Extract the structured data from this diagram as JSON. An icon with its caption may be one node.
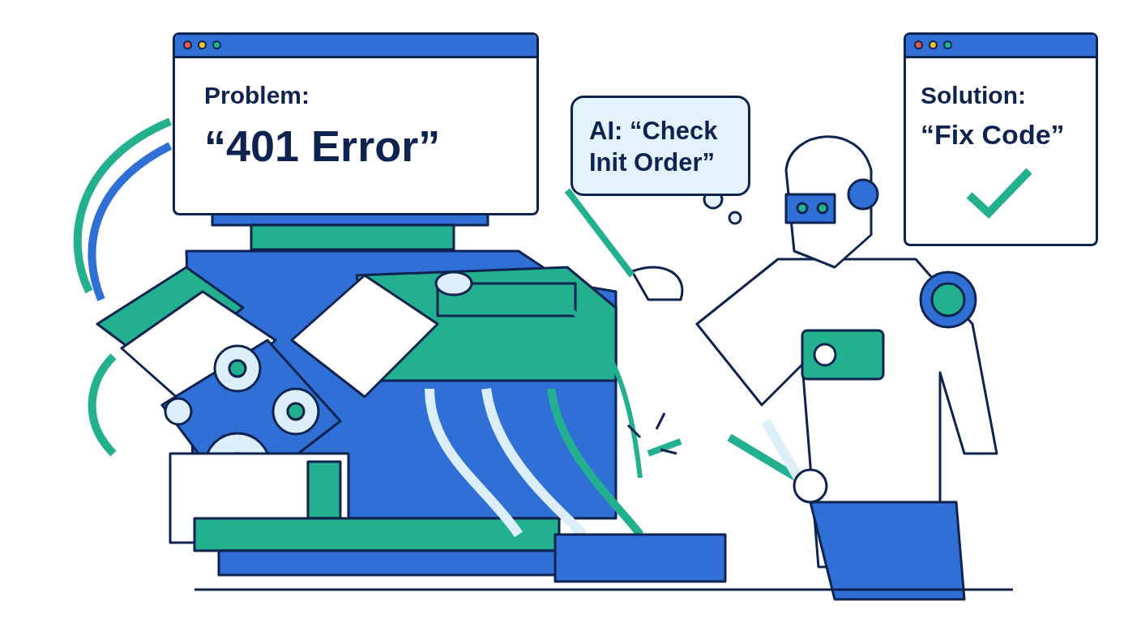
{
  "diagram": {
    "nodes": [
      {
        "text": [
          "Problem:",
          "“401 Error”"
        ]
      },
      {
        "text": [
          "AI: “Check Init Order”"
        ]
      },
      {
        "text": [
          "Solution:",
          "“Fix Code”"
        ]
      }
    ]
  }
}
